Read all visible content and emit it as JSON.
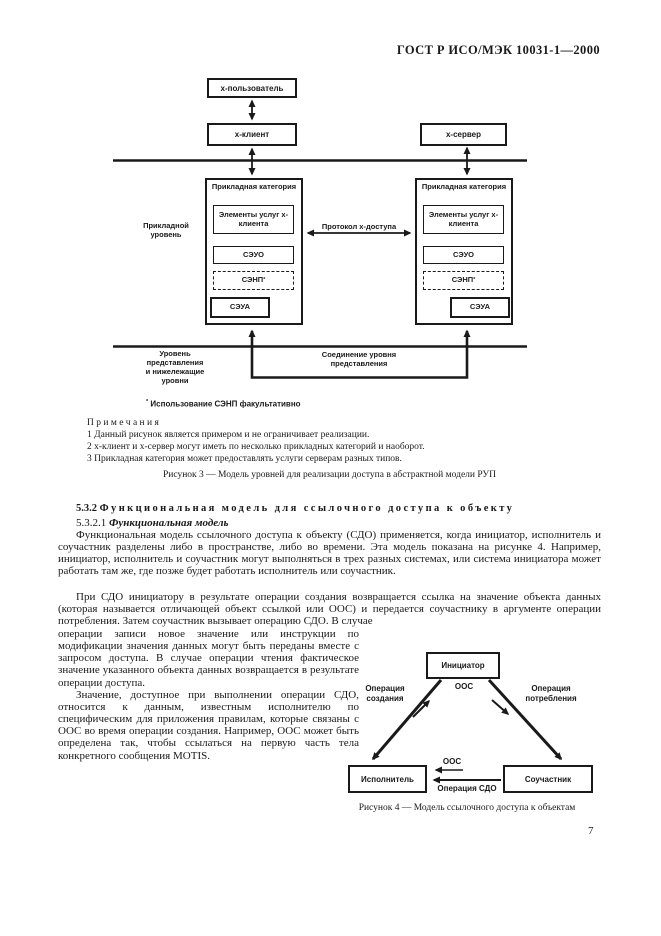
{
  "header": {
    "title": "ГОСТ Р ИСО/МЭК 10031-1—2000"
  },
  "figure3": {
    "x_user": "x-пользователь",
    "x_client": "x-клиент",
    "x_server": "x-сервер",
    "category_title": "Прикладная категория",
    "service_elements": "Элементы услуг x-клиента",
    "seuo": "СЭУО",
    "senp": "СЭНП",
    "senp_star": "*",
    "seua": "СЭУА",
    "app_layer": "Прикладной уровень",
    "protocol": "Протокол x-доступа",
    "lower_layers": "Уровень представления и нижележащие уровни",
    "connection": "Соединение уровня представления",
    "footnote_star": "*",
    "footnote_text": "Использование СЭНП факультативно",
    "caption": "Рисунок 3 — Модель уровней для реализации доступа в абстрактной модели РУП"
  },
  "notes": {
    "title": "П р и м е ч а н и я",
    "items": [
      "1 Данный рисунок является примером и не ограничивает реализации.",
      "2 x-клиент и x-сервер могут иметь по несколько прикладных категорий и наоборот.",
      "3 Прикладная категория может предоставлять услуги серверам разных типов."
    ]
  },
  "section": {
    "num": "5.3.2",
    "title": "Функциональная модель для ссылочного доступа к объекту",
    "sub_num": "5.3.2.1",
    "sub_title": "Функциональная модель",
    "para1": "Функциональная модель ссылочного доступа к объекту (СДО) применяется, когда инициатор, исполнитель и соучастник разделены либо в пространстве, либо во времени. Эта модель показана на рисунке 4. Например, инициатор, исполнитель и соучастник могут выполняться в трех разных системах, или система инициатора может работать там же, где позже будет работать исполнитель или соучастник.",
    "para2_a": "При СДО инициатору в результате операции создания возвращается ссылка на значение объекта данных (которая называется отличающей объект ссылкой или ООС) и передается соучастнику в аргументе операции потребления. Затем соучастник вызывает операцию СДО. В случае",
    "para2_b": "операции записи новое значение или инструкции по модификации значения данных могут быть переданы вместе с запросом доступа. В случае операции чтения фактическое значение указанного объекта данных возвращается в результате операции доступа.",
    "para3": "Значение, доступное при выполнении операции СДО, относится к данным, известным исполнителю по специфическим для приложения правилам, которые связаны с ООС во время операции создания. Например, ООС может быть определена так, чтобы ссылаться на первую часть тела конкретного сообщения MOTIS."
  },
  "figure4": {
    "initiator": "Инициатор",
    "performer": "Исполнитель",
    "participant": "Соучастник",
    "create_op": "Операция создания",
    "oos_top": "ООС",
    "consume_op": "Операция потребления",
    "oos_mid": "ООС",
    "sdo_op": "Операция СДО",
    "caption": "Рисунок 4 — Модель ссылочного доступа к объектам"
  },
  "page_number": "7"
}
